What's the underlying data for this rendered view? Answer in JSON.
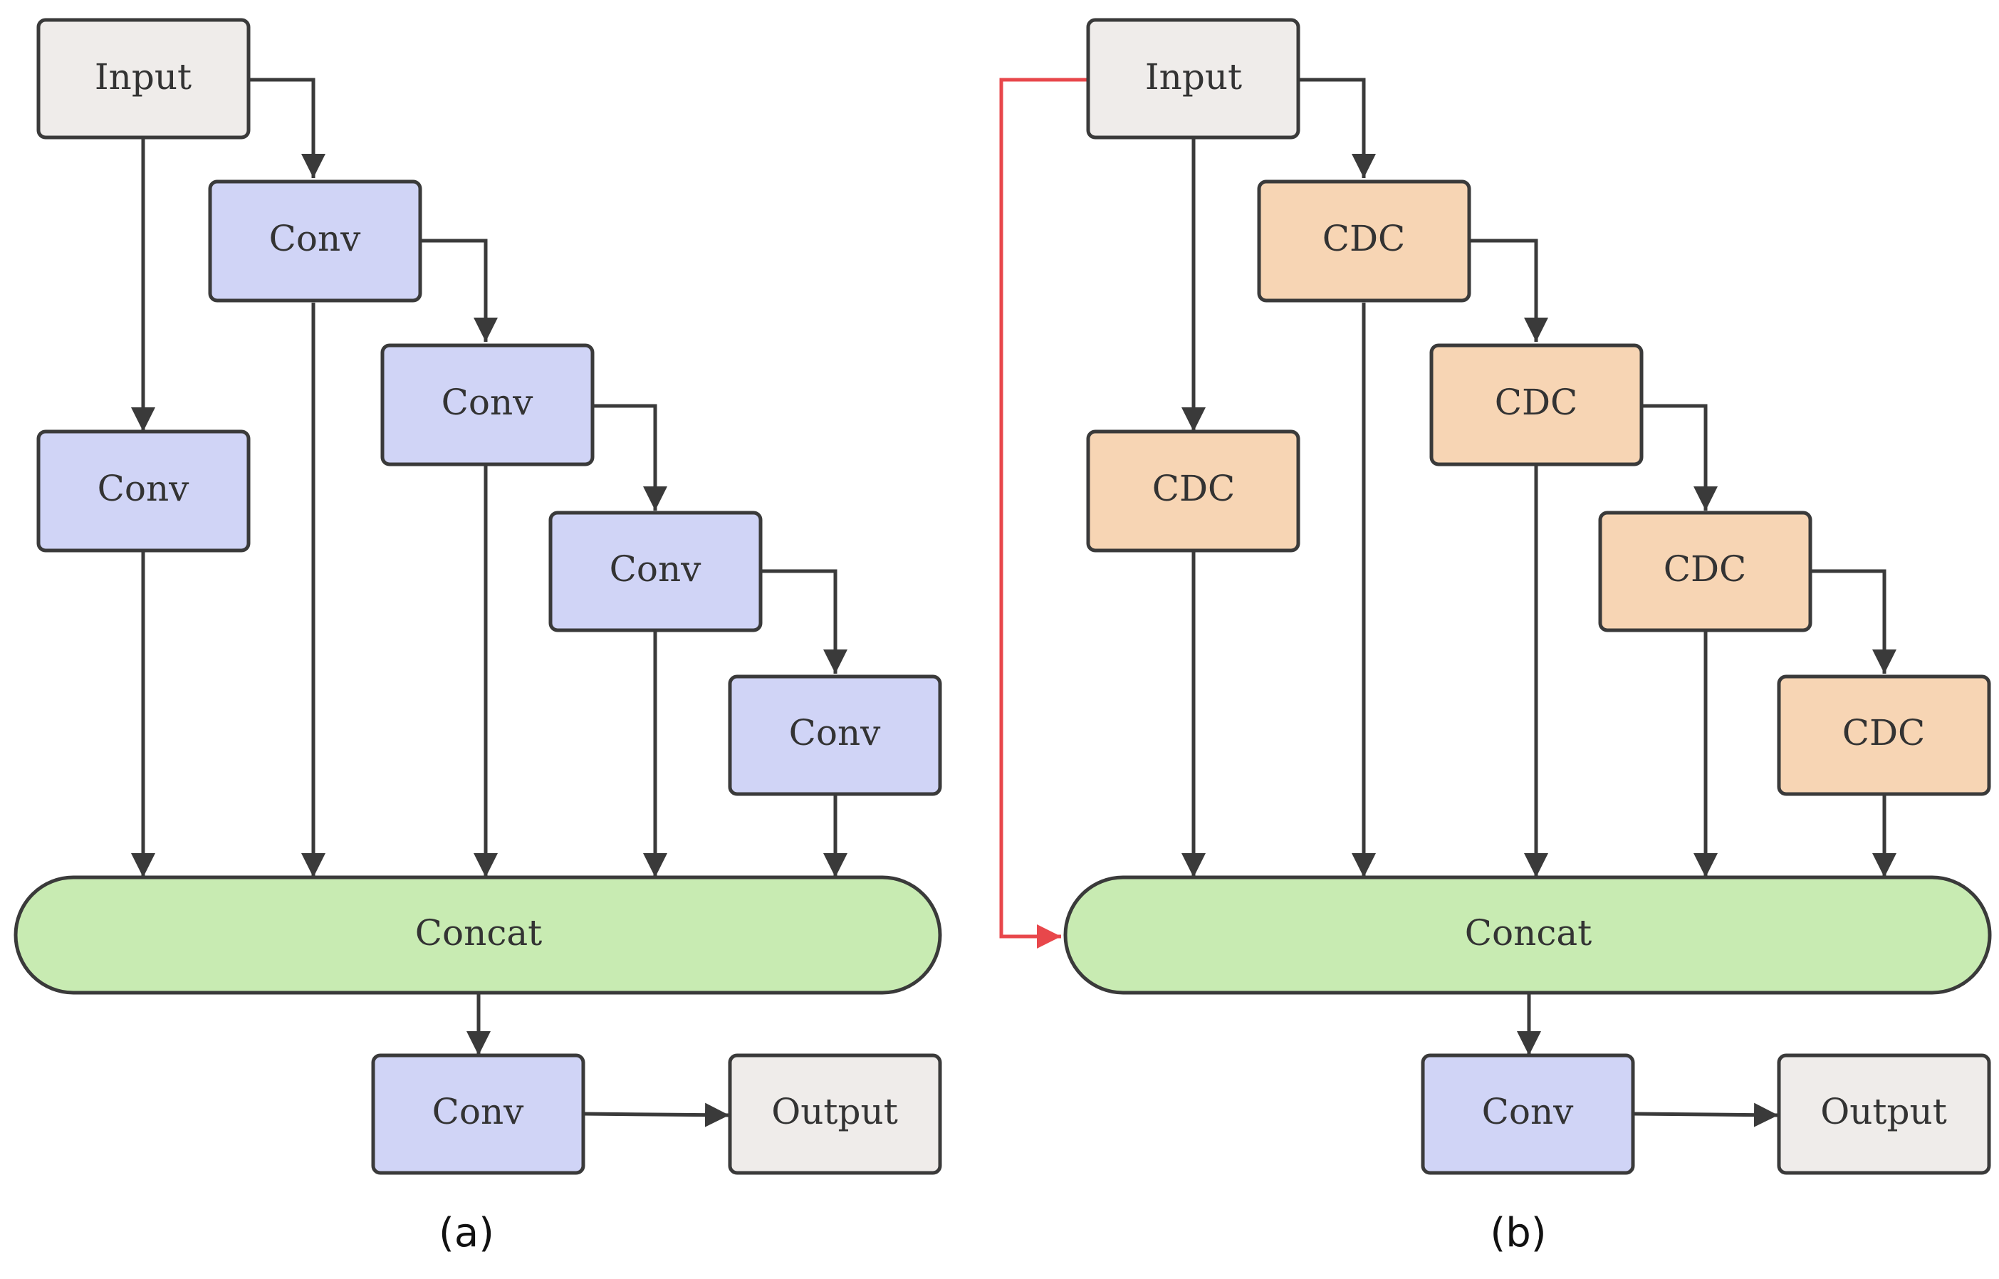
{
  "colors": {
    "input_fill": "#efecea",
    "conv_fill": "#d0d4f6",
    "cdc_fill": "#f7d5b4",
    "concat_fill": "#c8ebb2",
    "output_fill": "#efecea",
    "stroke": "#3a3a3a",
    "skip_arrow": "#e8474b"
  },
  "diagram_a": {
    "caption": "(a)",
    "input": "Input",
    "branches": [
      "Conv",
      "Conv",
      "Conv",
      "Conv",
      "Conv"
    ],
    "concat": "Concat",
    "final_conv": "Conv",
    "output": "Output"
  },
  "diagram_b": {
    "caption": "(b)",
    "input": "Input",
    "branches": [
      "CDC",
      "CDC",
      "CDC",
      "CDC",
      "CDC"
    ],
    "concat": "Concat",
    "final_conv": "Conv",
    "output": "Output"
  }
}
